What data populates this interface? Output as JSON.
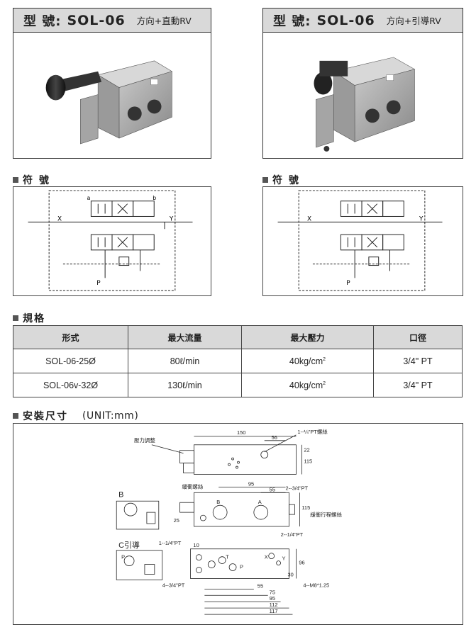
{
  "models": [
    {
      "label": "型 號:",
      "code": "SOL-06",
      "desc": "方向+直動RV"
    },
    {
      "label": "型 號:",
      "code": "SOL-06",
      "desc": "方向+引導RV"
    }
  ],
  "symbol_title": "符 號",
  "symbol_ports": {
    "x": "X",
    "y": "Y",
    "p": "P",
    "a": "a",
    "b": "b"
  },
  "spec_title": "規格",
  "spec_table": {
    "headers": [
      "形式",
      "最大流量",
      "最大壓力",
      "口徑"
    ],
    "rows": [
      {
        "model": "SOL-06-25Ø",
        "flow": "80ℓ/min",
        "pressure": "40kg/cm",
        "pressure_sup": "2",
        "port": "3/4\" PT"
      },
      {
        "model": "SOL-06v-32Ø",
        "flow": "130ℓ/min",
        "pressure": "40kg/cm",
        "pressure_sup": "2",
        "port": "3/4\" PT"
      }
    ]
  },
  "dimension_title": "安裝尺寸",
  "dimension_unit": "(UNIT:mm)",
  "drawing": {
    "label_pressure_adj": "壓力調整",
    "label_quarter_pt": "1--¼\"PT螺絲",
    "label_buffer_screw": "緩衝螺絲",
    "label_two_34pt": "2--3/4\"PT",
    "label_buffer_stroke": "緩衝行程螺絲",
    "label_b_view": "B",
    "label_c_view": "C引導",
    "label_one_14pt": "1--1/4\"PT",
    "label_two_14pt": "2--1/4\"PT",
    "label_four_34pt": "4--3/4\"PT",
    "label_m8": "4--M8*1.25",
    "port_b": "B",
    "port_a": "A",
    "port_p": "P",
    "port_t": "T",
    "port_x": "X",
    "port_y": "Y",
    "dims": {
      "d150": "150",
      "d56": "56",
      "d22": "22",
      "d115a": "115",
      "d95": "95",
      "d55": "55",
      "d115b": "115",
      "d25": "25",
      "d10": "10",
      "d55b": "55",
      "d75": "75",
      "d95b": "95",
      "d112": "112",
      "d117": "117",
      "d96": "96",
      "d30": "30"
    }
  }
}
